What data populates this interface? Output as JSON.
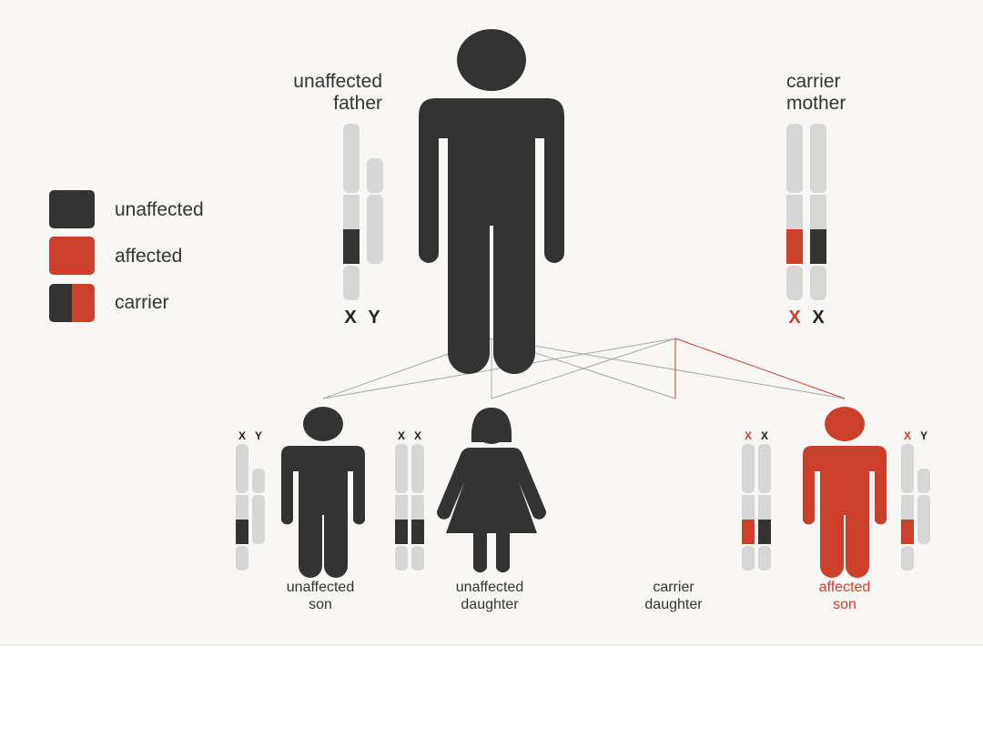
{
  "colors": {
    "unaffected": "#333333",
    "affected": "#cc3f2a",
    "chromosome": "#d6d6d6",
    "background": "#f8f7f4",
    "label_text": "#333333"
  },
  "legend": {
    "items": [
      {
        "label": "unaffected",
        "swatch": "unaffected"
      },
      {
        "label": "affected",
        "swatch": "affected"
      },
      {
        "label": "carrier",
        "swatch": "carrier"
      }
    ]
  },
  "parents": {
    "father": {
      "label_line1": "unaffected",
      "label_line2": "father",
      "chr1": "X",
      "chr2": "Y"
    },
    "mother": {
      "label_line1": "carrier",
      "label_line2": "mother",
      "chr1": "X",
      "chr2": "X"
    }
  },
  "children": {
    "son1": {
      "label_line1": "unaffected",
      "label_line2": "son",
      "chr1": "X",
      "chr2": "Y"
    },
    "daughter1": {
      "label_line1": "unaffected",
      "label_line2": "daughter",
      "chr1": "X",
      "chr2": "X"
    },
    "daughter2": {
      "label_line1": "carrier",
      "label_line2": "daughter",
      "chr1": "X",
      "chr2": "X"
    },
    "son2": {
      "label_line1": "affected",
      "label_line2": "son",
      "chr1": "X",
      "chr2": "Y"
    }
  }
}
